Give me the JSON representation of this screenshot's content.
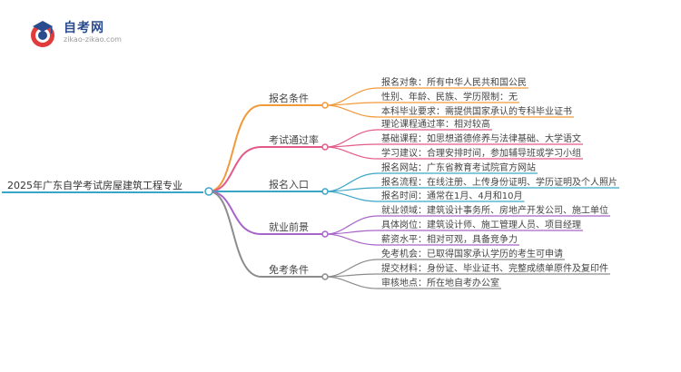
{
  "brand": {
    "name": "自考网",
    "url": "zikao-zikao.com"
  },
  "mindmap": {
    "root": "2025年广东自学考试房屋建筑工程专业",
    "branches": [
      {
        "label": "报名条件",
        "color": "#f29a3a",
        "leaves": [
          "报名对象：所有中华人民共和国公民",
          "性别、年龄、民族、学历限制：无",
          "本科毕业要求：需提供国家承认的专科毕业证书"
        ]
      },
      {
        "label": "考试通过率",
        "color": "#e35a8a",
        "leaves": [
          "理论课程通过率：相对较高",
          "基础课程：如思想道德修养与法律基础、大学语文",
          "学习建议：合理安排时间，参加辅导班或学习小组"
        ]
      },
      {
        "label": "报名入口",
        "color": "#3aa6c7",
        "leaves": [
          "报名网站：广东省教育考试院官方网站",
          "报名流程：在线注册、上传身份证明、学历证明及个人照片",
          "报名时间：通常在1月、4月和10月"
        ]
      },
      {
        "label": "就业前景",
        "color": "#a865c9",
        "leaves": [
          "就业领域：建筑设计事务所、房地产开发公司、施工单位",
          "具体岗位：建筑设计师、施工管理人员、项目经理",
          "薪资水平：相对可观，具备竞争力"
        ]
      },
      {
        "label": "免考条件",
        "color": "#8c8c8c",
        "leaves": [
          "免考机会：已取得国家承认学历的考生可申请",
          "提交材料：身份证、毕业证书、完整成绩单原件及复印件",
          "审核地点：所在地自考办公室"
        ]
      }
    ]
  }
}
